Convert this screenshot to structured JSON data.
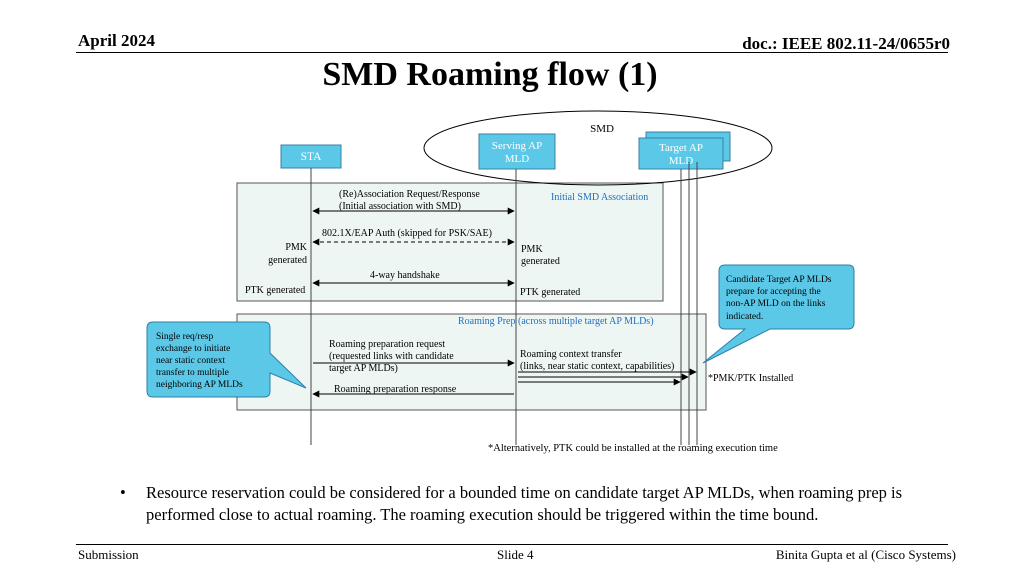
{
  "header": {
    "date": "April 2024",
    "doc": "doc.: IEEE 802.11-24/0655r0"
  },
  "title": "SMD Roaming flow (1)",
  "diagram": {
    "smd_label": "SMD",
    "sta_label": "STA",
    "serving_ap": [
      "Serving AP",
      "MLD"
    ],
    "target_ap": [
      "Target AP",
      "MLD"
    ],
    "initial_box_title": "Initial SMD Association",
    "reassoc_label": [
      "(Re)Association Request/Response",
      "(Initial association with SMD)"
    ],
    "eap_label": "802.1X/EAP Auth (skipped for PSK/SAE)",
    "pmk_left": [
      "PMK",
      "generated"
    ],
    "pmk_right": [
      "PMK",
      "generated"
    ],
    "four_way_label": "4-way handshake",
    "ptk_left": "PTK generated",
    "ptk_right": "PTK generated",
    "roaming_prep_title": "Roaming Prep (across multiple target AP MLDs)",
    "prep_request_label": [
      "Roaming preparation request",
      "(requested links with candidate",
      "target AP MLDs)"
    ],
    "context_transfer_label": [
      "Roaming context transfer",
      "(links, near static context, capabilities)"
    ],
    "prep_response_label": "Roaming preparation response",
    "left_callout": [
      "Single req/resp",
      "exchange to initiate",
      "near static context",
      "transfer to multiple",
      "neighboring AP MLDs"
    ],
    "right_callout": [
      "Candidate Target AP MLDs",
      "prepare for accepting the",
      "non-AP MLD on the links",
      "indicated."
    ],
    "pmk_ptk_installed": "*PMK/PTK Installed",
    "alt_note": "*Alternatively, PTK could be installed at the roaming execution time",
    "colors": {
      "box_fill": "#5bc8e8",
      "region_fill": "#eef6f4",
      "accent_text": "#1f6fbf"
    }
  },
  "bullet": {
    "text": "Resource reservation could be considered for a bounded time on candidate target AP MLDs, when roaming prep is performed close to actual roaming. The roaming execution should be triggered within the time bound."
  },
  "footer": {
    "left": "Submission",
    "center": "Slide 4",
    "right": "Binita Gupta et al (Cisco Systems)"
  }
}
